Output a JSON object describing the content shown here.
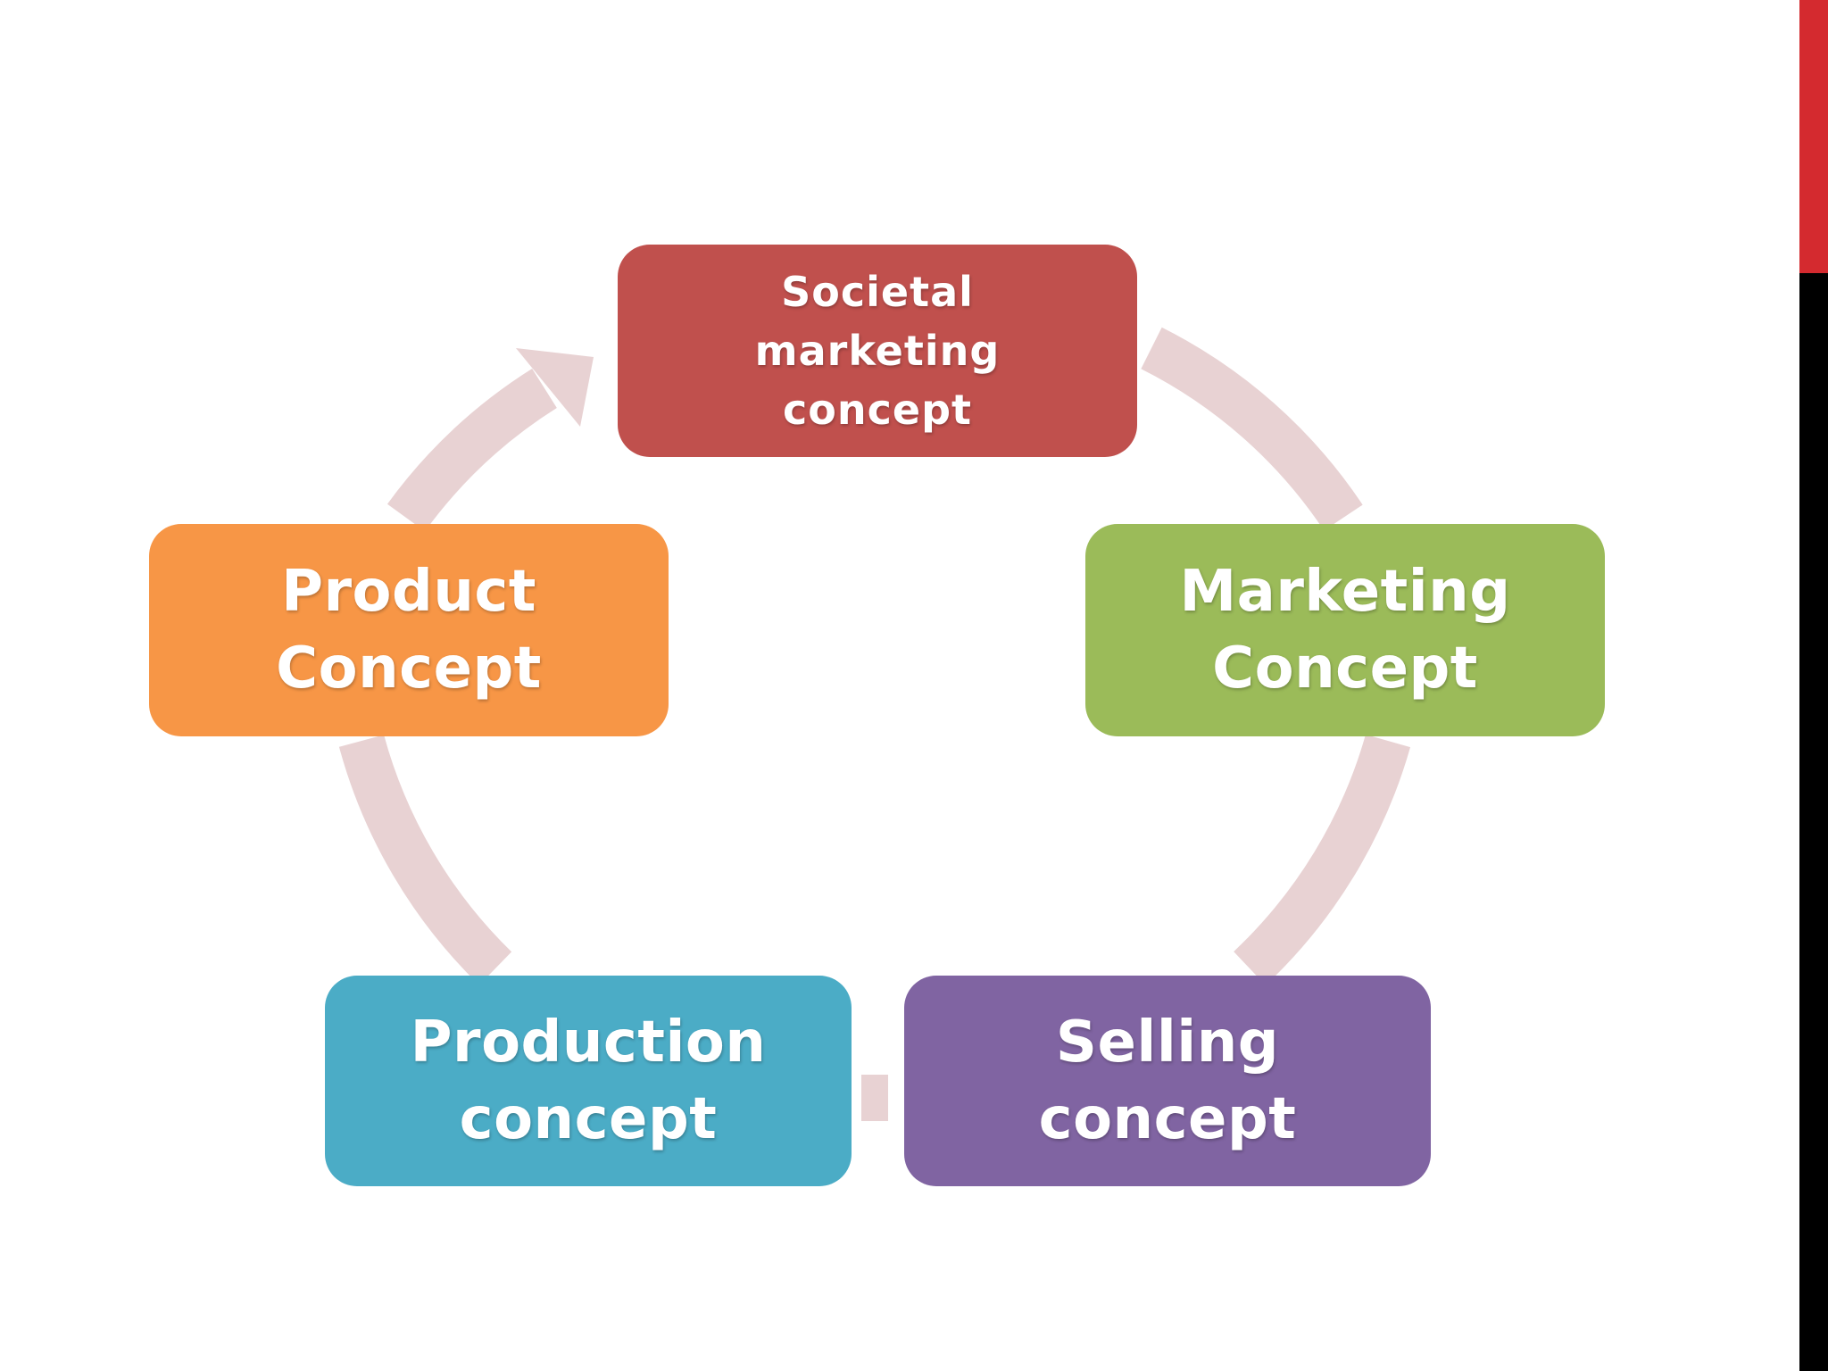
{
  "diagram": {
    "cycle_color": "#e8d2d3",
    "nodes": [
      {
        "id": "societal",
        "lines": [
          "Societal",
          "marketing",
          "concept"
        ],
        "color": "#c0504d"
      },
      {
        "id": "marketing",
        "lines": [
          "Marketing",
          "Concept"
        ],
        "color": "#9bbb59"
      },
      {
        "id": "selling",
        "lines": [
          "Selling",
          "concept"
        ],
        "color": "#8064a2"
      },
      {
        "id": "production",
        "lines": [
          "Production",
          "concept"
        ],
        "color": "#4bacc6"
      },
      {
        "id": "product",
        "lines": [
          "Product",
          "Concept"
        ],
        "color": "#f79646"
      }
    ]
  },
  "slide": {
    "accent_color": "#d42a2f",
    "side_bar_color": "#000000"
  }
}
